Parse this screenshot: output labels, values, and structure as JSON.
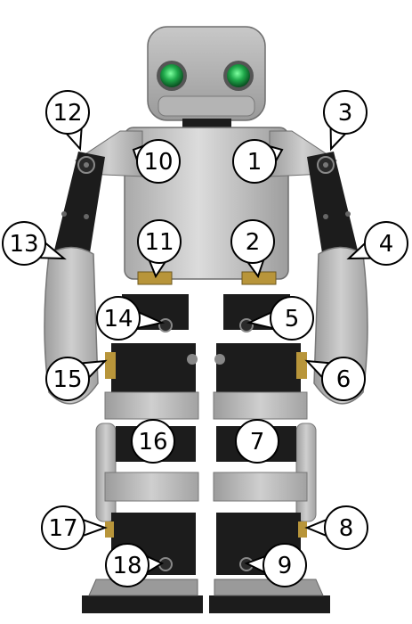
{
  "colors": {
    "body_light": "#d8d8d8",
    "body_mid": "#bdbdbd",
    "body_dark": "#8a8a8a",
    "servo_black": "#1c1c1c",
    "eye_green": "#1fa84a",
    "brass": "#b8953a",
    "callout_fill": "#ffffff",
    "callout_stroke": "#000000"
  },
  "servo_labels": [
    {
      "id": "1",
      "icon": "callout-bubble"
    },
    {
      "id": "2",
      "icon": "callout-bubble"
    },
    {
      "id": "3",
      "icon": "callout-bubble"
    },
    {
      "id": "4",
      "icon": "callout-bubble"
    },
    {
      "id": "5",
      "icon": "callout-bubble"
    },
    {
      "id": "6",
      "icon": "callout-bubble"
    },
    {
      "id": "7",
      "icon": "callout-bubble"
    },
    {
      "id": "8",
      "icon": "callout-bubble"
    },
    {
      "id": "9",
      "icon": "callout-bubble"
    },
    {
      "id": "10",
      "icon": "callout-bubble"
    },
    {
      "id": "11",
      "icon": "callout-bubble"
    },
    {
      "id": "12",
      "icon": "callout-bubble"
    },
    {
      "id": "13",
      "icon": "callout-bubble"
    },
    {
      "id": "14",
      "icon": "callout-bubble"
    },
    {
      "id": "15",
      "icon": "callout-bubble"
    },
    {
      "id": "16",
      "icon": "callout-bubble"
    },
    {
      "id": "17",
      "icon": "callout-bubble"
    },
    {
      "id": "18",
      "icon": "callout-bubble"
    }
  ]
}
